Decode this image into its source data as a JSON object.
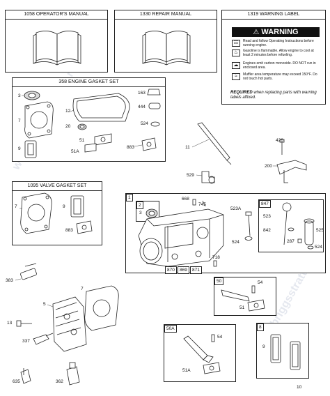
{
  "manuals": {
    "operator": "1058 OPERATOR'S MANUAL",
    "repair": "1330 REPAIR MANUAL",
    "warning_label": "1319 WARNING LABEL"
  },
  "warning": {
    "title": "WARNING",
    "lines": [
      "Read and follow Operating Instructions before running engine.",
      "Gasoline is flammable. Allow engine to cool at least 2 minutes before refueling.",
      "Engines emit carbon monoxide. DO NOT run in enclosed area.",
      "Muffler area temperature may exceed 150°F. Do not touch hot parts."
    ],
    "footer_bold": "REQUIRED",
    "footer_rest": " when replacing parts with warning labels affixed."
  },
  "engine_gasket_set": {
    "title": "358 ENGINE GASKET SET",
    "labels": [
      "3",
      "7",
      "9",
      "12",
      "20",
      "51",
      "51A",
      "163",
      "444",
      "524",
      "883"
    ]
  },
  "valve_gasket_set": {
    "title": "1095 VALVE GASKET SET",
    "labels": [
      "7",
      "9",
      "883"
    ]
  },
  "loose_parts": [
    "11",
    "426",
    "529",
    "200",
    "383",
    "5",
    "7",
    "13",
    "337",
    "635",
    "362",
    "10"
  ],
  "crankcase": {
    "tag": "1",
    "sub_tag": "2",
    "sub_label": "3",
    "labels": [
      "668",
      "745",
      "523A",
      "524",
      "718"
    ],
    "bottom_tags": [
      "870",
      "869",
      "871"
    ]
  },
  "dipstick_kit": {
    "tag": "847",
    "labels": [
      "523",
      "525",
      "842",
      "287",
      "524"
    ]
  },
  "kit_50": {
    "tag": "50",
    "labels": [
      "54",
      "51"
    ]
  },
  "kit_50a": {
    "tag": "50A",
    "labels": [
      "54",
      "51A"
    ]
  },
  "kit_8": {
    "tag": "8",
    "labels": [
      "9"
    ]
  },
  "watermark": "www.briggsstratton.ru"
}
